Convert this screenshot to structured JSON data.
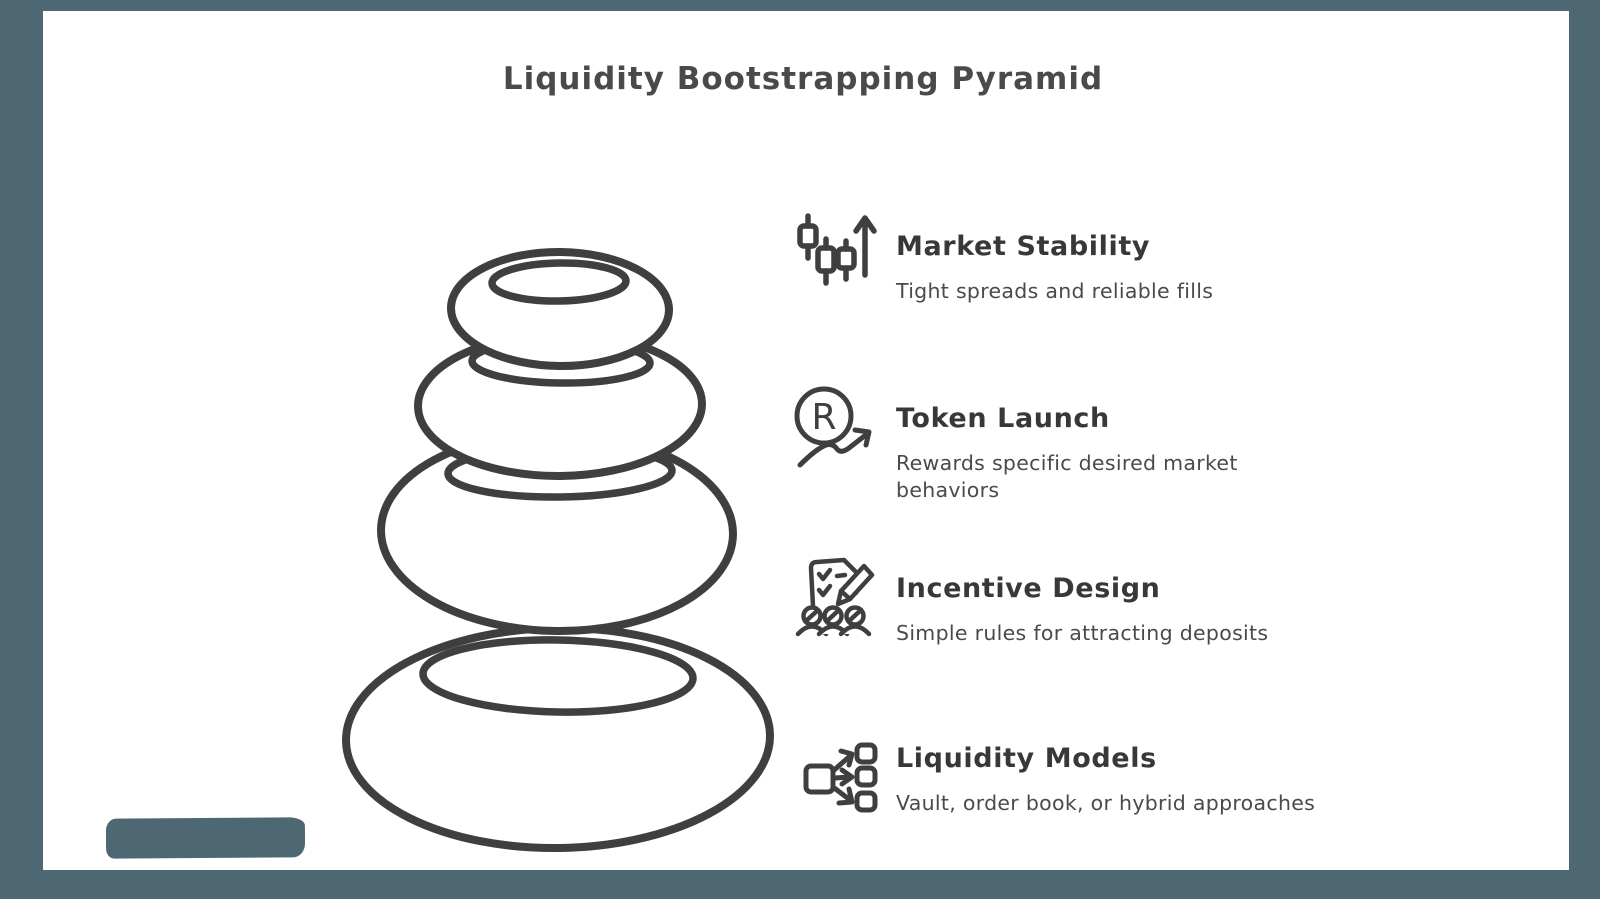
{
  "title": "Liquidity Bootstrapping Pyramid",
  "colors": {
    "background": "#4d6773",
    "card": "#ffffff",
    "ink": "#3f3f3f",
    "heading": "#383838",
    "body_text": "#4a4a4a"
  },
  "illustration": {
    "name": "stacked-stones-pyramid",
    "stone_count": 4
  },
  "token_icon_letter": "R",
  "items": [
    {
      "icon": "candlestick-chart-icon",
      "title": "Market Stability",
      "description": "Tight spreads and reliable fills"
    },
    {
      "icon": "reward-trend-icon",
      "title": "Token Launch",
      "description": "Rewards specific desired market\nbehaviors"
    },
    {
      "icon": "checklist-people-icon",
      "title": "Incentive Design",
      "description": "Simple rules for attracting deposits"
    },
    {
      "icon": "branching-flow-icon",
      "title": "Liquidity Models",
      "description": "Vault, order book, or hybrid approaches"
    }
  ]
}
